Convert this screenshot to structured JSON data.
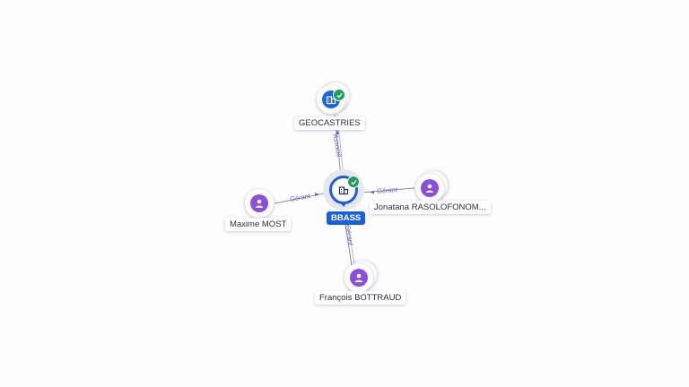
{
  "diagram": {
    "nodes": {
      "center": {
        "label": "BBASS",
        "type": "company",
        "icon": "building-icon",
        "verified": true
      },
      "top": {
        "label": "GEOCASTRIES",
        "type": "company",
        "icon": "building-icon",
        "verified": true
      },
      "left": {
        "label": "Maxime MOST",
        "type": "person",
        "icon": "person-icon"
      },
      "right": {
        "label": "Jonatana RASOLOFONOM...",
        "type": "person",
        "icon": "person-icon"
      },
      "bottom": {
        "label": "François BOTTRAUD",
        "type": "person",
        "icon": "person-icon"
      }
    },
    "edges": {
      "top": {
        "label": "Associé"
      },
      "left": {
        "label": "Gérant"
      },
      "right": {
        "label": "Gérant"
      },
      "bottom": {
        "label": "Gérant"
      }
    },
    "colors": {
      "company": "#1c63e6",
      "person": "#8a4fe0",
      "verified": "#1f9f5a",
      "edge_label": "#6b62c9",
      "main_label_bg": "#1a5fe0"
    }
  }
}
